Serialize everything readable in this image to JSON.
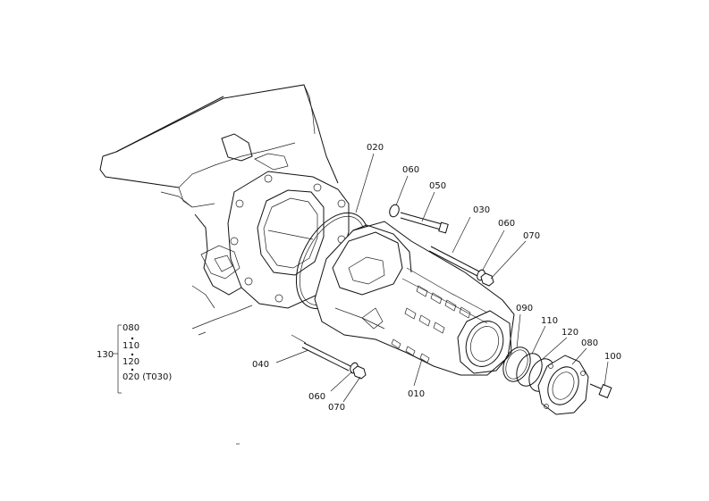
{
  "callouts": {
    "c010": "010",
    "c020": "020",
    "c030": "030",
    "c040": "040",
    "c050": "050",
    "c060a": "060",
    "c060b": "060",
    "c060c": "060",
    "c070a": "070",
    "c070b": "070",
    "c080": "080",
    "c090": "090",
    "c100": "100",
    "c110": "110",
    "c120": "120"
  },
  "kit": {
    "assembly": "130",
    "items": [
      "080",
      "110",
      "120",
      "020 (T030)"
    ]
  }
}
